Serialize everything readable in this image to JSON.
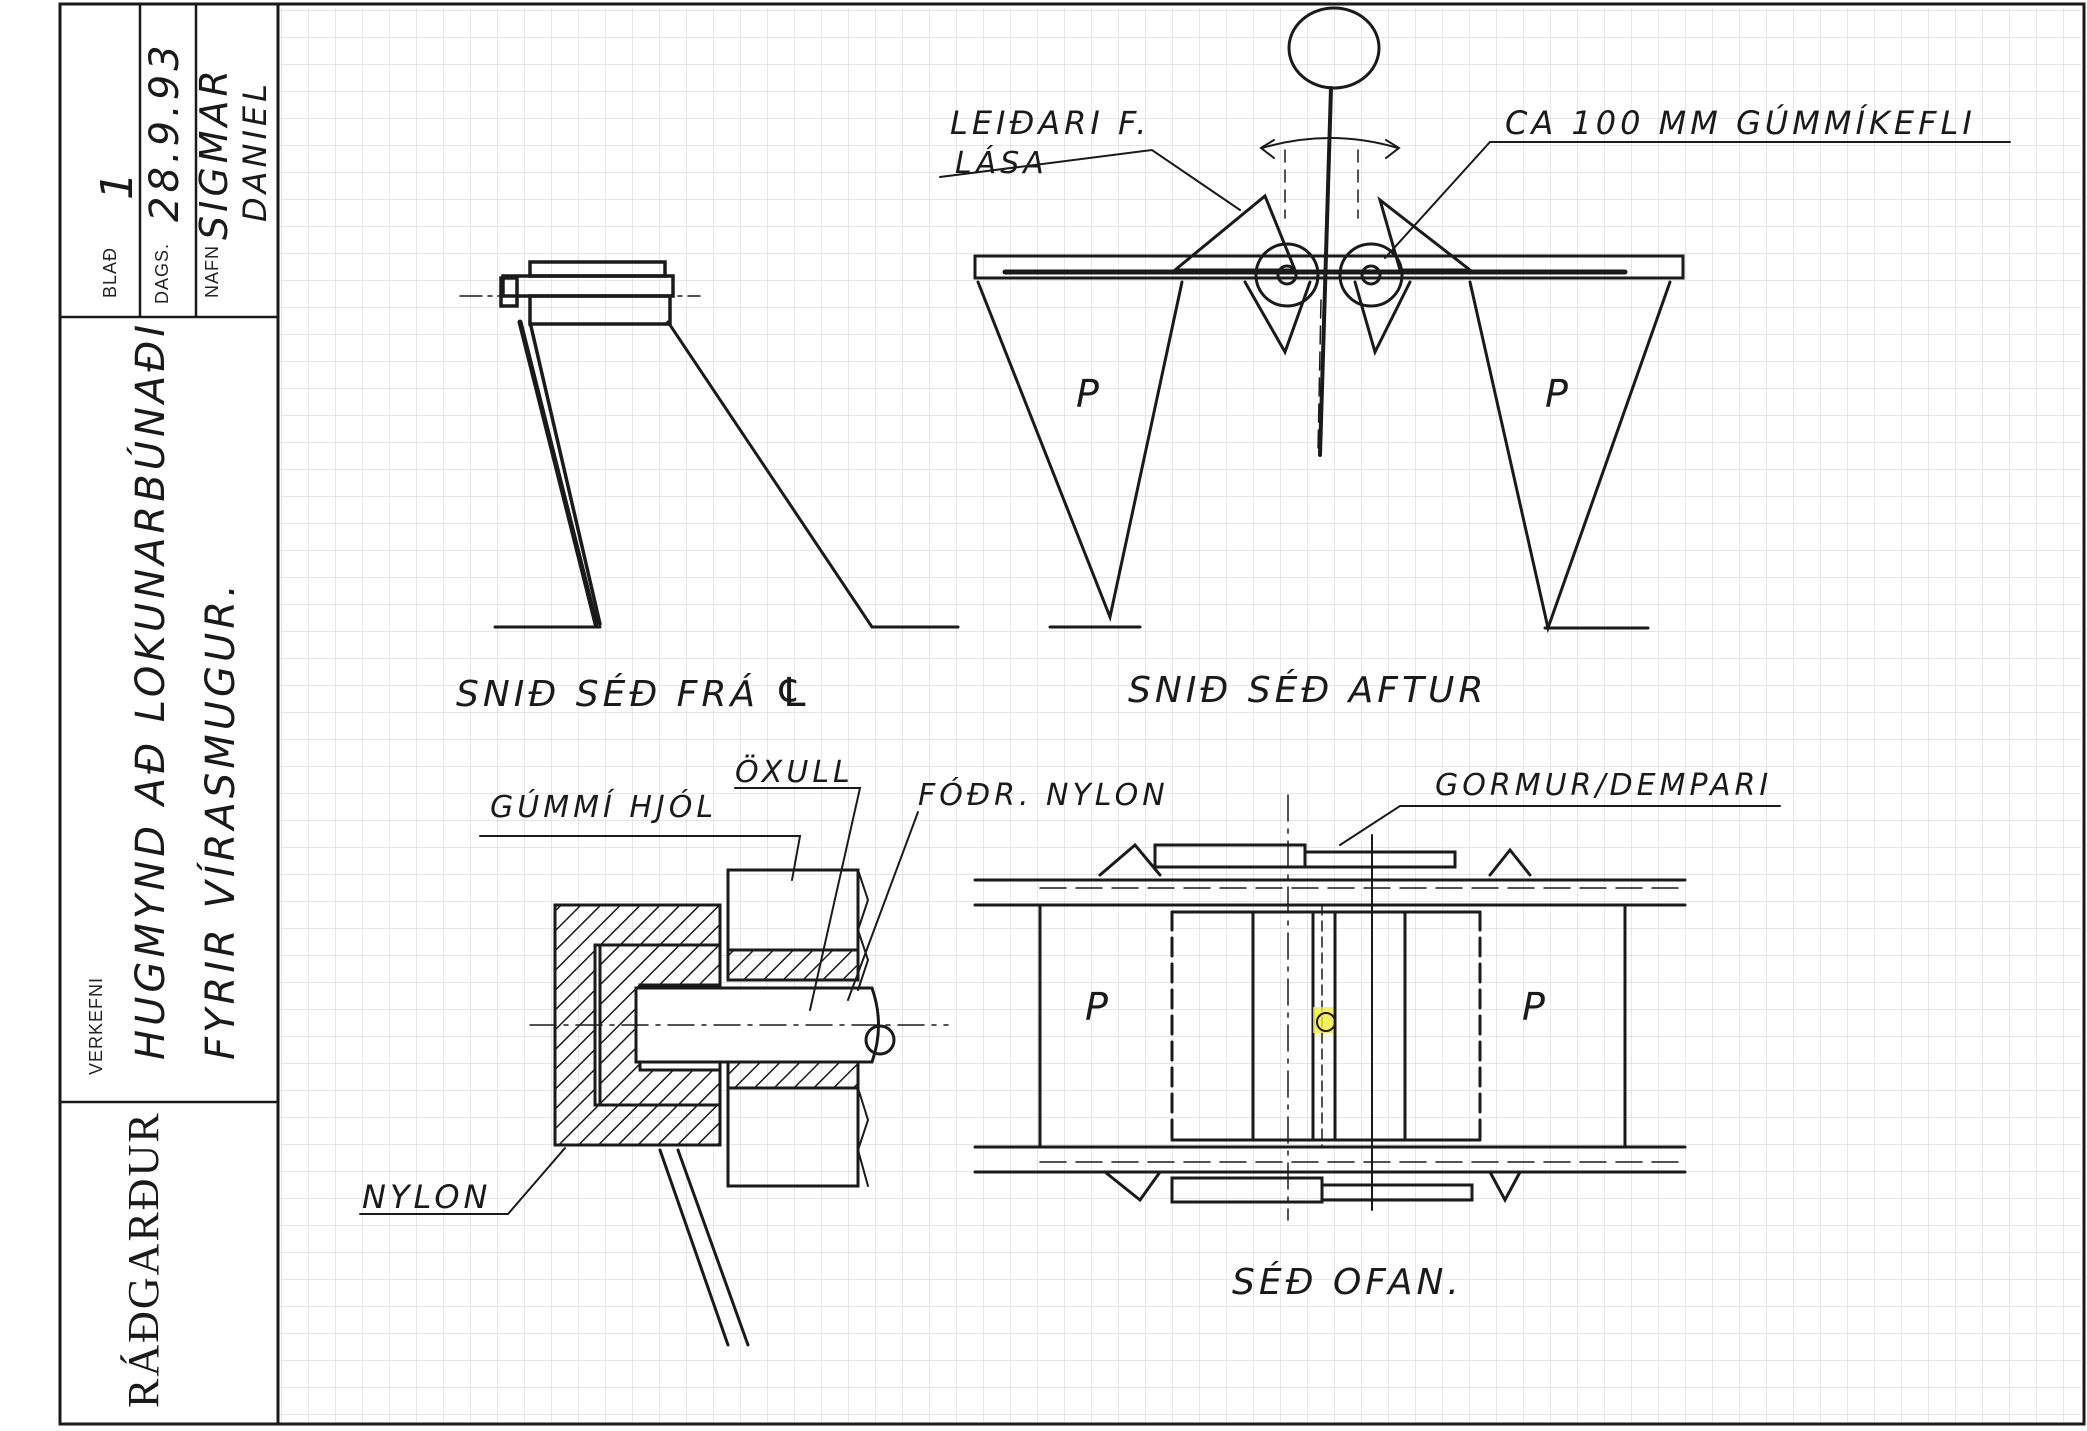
{
  "title_block": {
    "blad_label": "BLAÐ",
    "blad_value": "1",
    "dags_label": "DAGS.",
    "dags_value": "28.9.93",
    "nafn_label": "NAFN",
    "nafn_line1": "SIGMAR",
    "nafn_line2": "DANIEL",
    "verkefni_label": "VERKEFNI",
    "verkefni_line1": "HUGMYND AÐ LOKUNARBÚNAÐI",
    "verkefni_line2": "FYRIR VÍRASMUGUR.",
    "company": "RÁÐGARÐUR"
  },
  "labels": {
    "leidari_1": "LEIÐARI F.",
    "leidari_2": "LÁSA",
    "gummikefli": "CA 100 MM GÚMMÍKEFLI",
    "snid_fra": "SNIÐ SÉÐ FRÁ",
    "snid_aftur": "SNIÐ SÉÐ AFTUR",
    "gummi_hjol": "GÚMMÍ HJÓL",
    "oxull": "ÖXULL",
    "fodr_nylon": "FÓÐR. NYLON",
    "gormur": "GORMUR/DEMPARI",
    "nylon": "NYLON",
    "sed_ofan": "SÉÐ OFAN.",
    "p_mark": "P"
  },
  "colors": {
    "ink": "#1a1a1a",
    "grid": "#c9c9c9",
    "highlight": "#f3ee3a"
  }
}
